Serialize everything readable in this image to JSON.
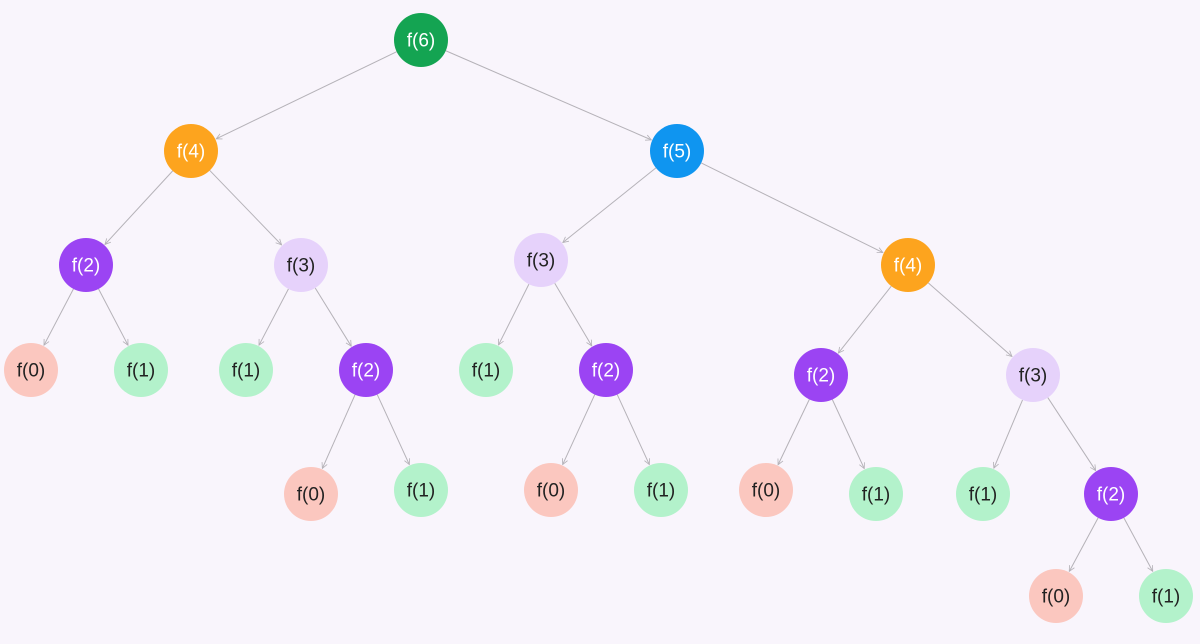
{
  "colors": {
    "background": "#f9f5fc",
    "edge": "#b5b2b8",
    "f6": "#14a452",
    "f5": "#0f95f0",
    "f4": "#fda41e",
    "f3": "#e6d2fb",
    "f2": "#9b44f3",
    "f1": "#b3f2cb",
    "f0": "#fbc7bf",
    "text_light": "#ffffff",
    "text_dark": "#222222"
  },
  "nodes": [
    {
      "id": "n1",
      "label": "f(6)",
      "kind": "f6",
      "parent": null
    },
    {
      "id": "n2",
      "label": "f(4)",
      "kind": "f4",
      "parent": "n1"
    },
    {
      "id": "n3",
      "label": "f(5)",
      "kind": "f5",
      "parent": "n1"
    },
    {
      "id": "n4",
      "label": "f(2)",
      "kind": "f2",
      "parent": "n2"
    },
    {
      "id": "n5",
      "label": "f(3)",
      "kind": "f3",
      "parent": "n2"
    },
    {
      "id": "n6",
      "label": "f(3)",
      "kind": "f3",
      "parent": "n3"
    },
    {
      "id": "n7",
      "label": "f(4)",
      "kind": "f4",
      "parent": "n3"
    },
    {
      "id": "n8",
      "label": "f(0)",
      "kind": "f0",
      "parent": "n4"
    },
    {
      "id": "n9",
      "label": "f(1)",
      "kind": "f1",
      "parent": "n4"
    },
    {
      "id": "n10",
      "label": "f(1)",
      "kind": "f1",
      "parent": "n5"
    },
    {
      "id": "n11",
      "label": "f(2)",
      "kind": "f2",
      "parent": "n5"
    },
    {
      "id": "n12",
      "label": "f(1)",
      "kind": "f1",
      "parent": "n6"
    },
    {
      "id": "n13",
      "label": "f(2)",
      "kind": "f2",
      "parent": "n6"
    },
    {
      "id": "n14",
      "label": "f(2)",
      "kind": "f2",
      "parent": "n7"
    },
    {
      "id": "n15",
      "label": "f(3)",
      "kind": "f3",
      "parent": "n7"
    },
    {
      "id": "n16",
      "label": "f(0)",
      "kind": "f0",
      "parent": "n11"
    },
    {
      "id": "n17",
      "label": "f(1)",
      "kind": "f1",
      "parent": "n11"
    },
    {
      "id": "n18",
      "label": "f(0)",
      "kind": "f0",
      "parent": "n13"
    },
    {
      "id": "n19",
      "label": "f(1)",
      "kind": "f1",
      "parent": "n13"
    },
    {
      "id": "n20",
      "label": "f(0)",
      "kind": "f0",
      "parent": "n14"
    },
    {
      "id": "n21",
      "label": "f(1)",
      "kind": "f1",
      "parent": "n14"
    },
    {
      "id": "n22",
      "label": "f(1)",
      "kind": "f1",
      "parent": "n15"
    },
    {
      "id": "n23",
      "label": "f(2)",
      "kind": "f2",
      "parent": "n15"
    },
    {
      "id": "n24",
      "label": "f(0)",
      "kind": "f0",
      "parent": "n23"
    },
    {
      "id": "n25",
      "label": "f(1)",
      "kind": "f1",
      "parent": "n23"
    }
  ]
}
